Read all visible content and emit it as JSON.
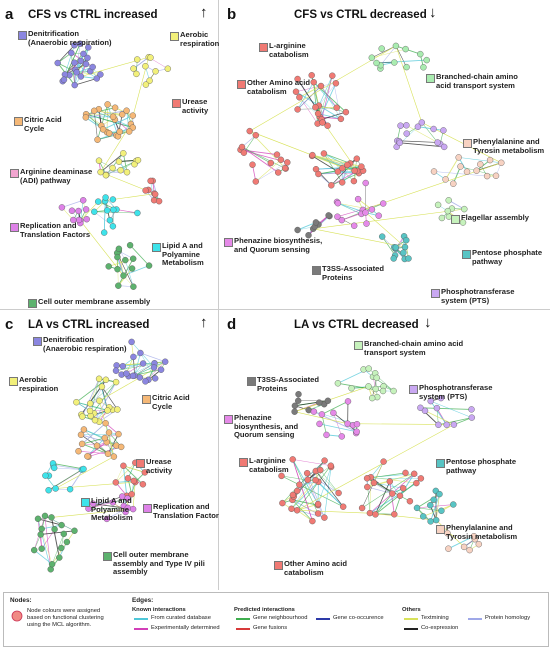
{
  "panels": [
    {
      "id": "a",
      "letter": "a",
      "title": "CFS vs CTRL increased",
      "arrow": "↑",
      "labels": [
        {
          "text": "Denitrification\n(Anaerobic respiration)",
          "color": "#8b86e0"
        },
        {
          "text": "Aerobic\nrespiration",
          "color": "#f2f07a"
        },
        {
          "text": "Citric Acid\nCycle",
          "color": "#f5b877"
        },
        {
          "text": "Urease\nactivity",
          "color": "#f07a74"
        },
        {
          "text": "Arginine deaminase\n(ADI) pathway",
          "color": "#f2a5d0"
        },
        {
          "text": "Replication and\nTranslation Factors",
          "color": "#de82e8"
        },
        {
          "text": "Lipid A and\nPolyamine\nMetabolism",
          "color": "#3ee3ea"
        },
        {
          "text": "Cell outer membrane assembly",
          "color": "#5db26e"
        }
      ]
    },
    {
      "id": "b",
      "letter": "b",
      "title": "CFS vs CTRL decreased",
      "arrow": "↓",
      "labels": [
        {
          "text": "L-arginine\ncatabolism",
          "color": "#f07a74"
        },
        {
          "text": "Other Amino acid\ncatabolism",
          "color": "#f07a74"
        },
        {
          "text": "Branched-chain amino\nacid transport system",
          "color": "#a9ecb0"
        },
        {
          "text": "Phenylalanine and\nTyrosin metabolism",
          "color": "#f7d2c2"
        },
        {
          "text": "Flagellar assembly",
          "color": "#c6f2bc"
        },
        {
          "text": "Phenazine biosynthesis,\nand Quorum sensing",
          "color": "#e58ae8"
        },
        {
          "text": "Pentose phosphate\npathway",
          "color": "#58c4c4"
        },
        {
          "text": "T3SS-Associated\nProteins",
          "color": "#7a7a7a"
        },
        {
          "text": "Phosphotransferase\nsystem (PTS)",
          "color": "#c9a8f2"
        }
      ]
    },
    {
      "id": "c",
      "letter": "c",
      "title": "LA vs CTRL increased",
      "arrow": "↑",
      "labels": [
        {
          "text": "Denitrification\n(Anaerobic respiration)",
          "color": "#8b86e0"
        },
        {
          "text": "Aerobic\nrespiration",
          "color": "#f2f07a"
        },
        {
          "text": "Citric Acid\nCycle",
          "color": "#f5b877"
        },
        {
          "text": "Urease\nactivity",
          "color": "#f07a74"
        },
        {
          "text": "Lipid A and\nPolyamine\nMetabolism",
          "color": "#3ee3ea"
        },
        {
          "text": "Replication and\nTranslation Factors",
          "color": "#de82e8"
        },
        {
          "text": "Cell outer membrane\nassembly and Type IV pili\nassembly",
          "color": "#5db26e"
        }
      ]
    },
    {
      "id": "d",
      "letter": "d",
      "title": "LA vs CTRL decreased",
      "arrow": "↓",
      "labels": [
        {
          "text": "Branched-chain amino acid\ntransport system",
          "color": "#c6f2bc"
        },
        {
          "text": "T3SS-Associated\nProteins",
          "color": "#7a7a7a"
        },
        {
          "text": "Phosphotransferase\nsystem (PTS)",
          "color": "#c9a8f2"
        },
        {
          "text": "Phenazine\nbiosynthesis, and\nQuorum sensing",
          "color": "#e58ae8"
        },
        {
          "text": "L-arginine\ncatabolism",
          "color": "#f07a74"
        },
        {
          "text": "Pentose phosphate\npathway",
          "color": "#58c4c4"
        },
        {
          "text": "Phenylalanine and\nTyrosin metabolism",
          "color": "#f7d2c2"
        },
        {
          "text": "Other Amino acid\ncatabolism",
          "color": "#f07a74"
        }
      ]
    }
  ],
  "legend": {
    "nodes_title": "Nodes:",
    "nodes_text": "Node colours were assigned\nbased on functional clustering\nusing the MCL algorithm.",
    "edges_title": "Edges:",
    "known_title": "Known interactions",
    "known": [
      {
        "text": "From curated database",
        "color": "#4fc7d8"
      },
      {
        "text": "Experimentally determined",
        "color": "#d23fb8"
      }
    ],
    "predicted_title": "Predicted interactions",
    "predicted": [
      {
        "text": "Gene neighbourhood",
        "color": "#3fae4f"
      },
      {
        "text": "Gene fusions",
        "color": "#d73a3a"
      },
      {
        "text": "Gene co-occurence",
        "color": "#2d3aa8"
      }
    ],
    "others_title": "Others",
    "others": [
      {
        "text": "Textmining",
        "color": "#d8e25a"
      },
      {
        "text": "Co-expression",
        "color": "#222222"
      },
      {
        "text": "Protein homology",
        "color": "#9fa8e8"
      }
    ]
  }
}
